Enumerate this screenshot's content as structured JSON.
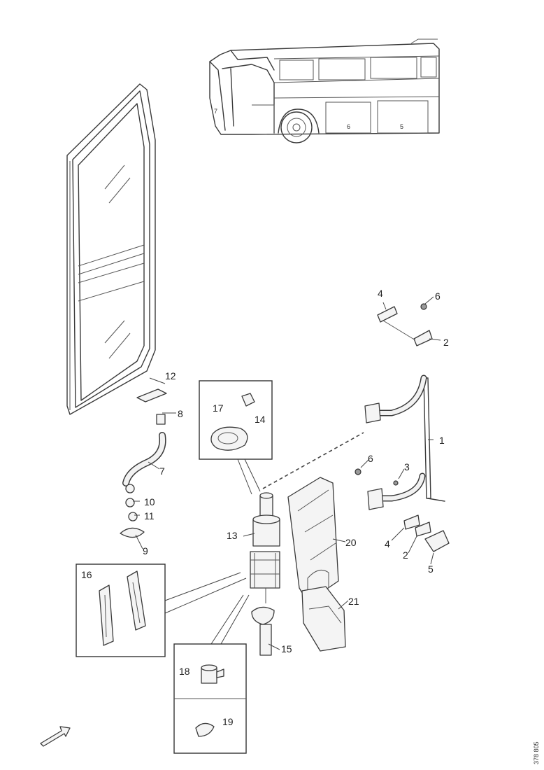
{
  "callouts": {
    "n1": "1",
    "n2a": "2",
    "n2b": "2",
    "n3": "3",
    "n4a": "4",
    "n4b": "4",
    "n5": "5",
    "n6a": "6",
    "n6b": "6",
    "n7": "7",
    "n8": "8",
    "n9": "9",
    "n10": "10",
    "n11": "11",
    "n12": "12",
    "n13": "13",
    "n14": "14",
    "n15": "15",
    "n16": "16",
    "n17": "17",
    "n18": "18",
    "n19": "19",
    "n20": "20",
    "n21": "21"
  },
  "drawing_ref": "378 805",
  "icons": {
    "direction": "forward-arrow-icon"
  }
}
